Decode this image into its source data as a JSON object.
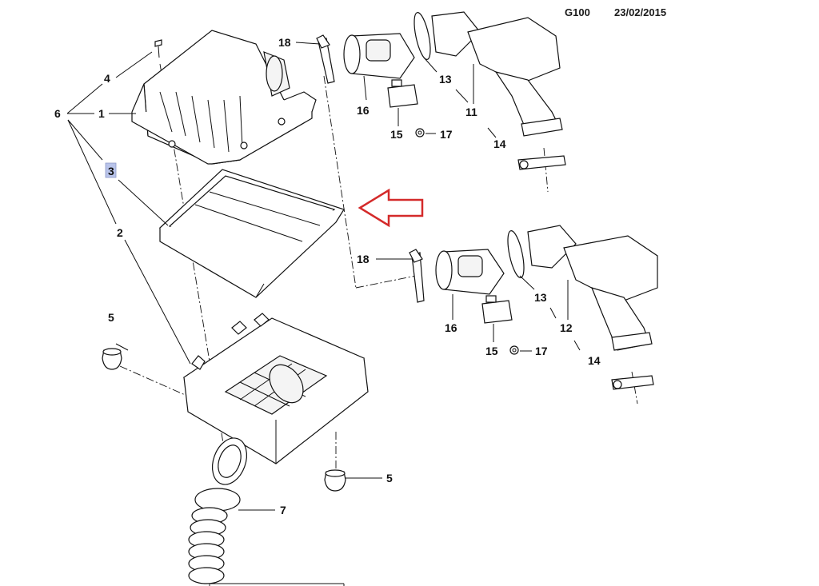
{
  "header": {
    "code": "G100",
    "date": "23/02/2015"
  },
  "highlight_color": "#b9c4ea",
  "arrow_color": "#d42a2a",
  "callouts": {
    "c1": "1",
    "c2": "2",
    "c3": "3",
    "c4": "4",
    "c5a": "5",
    "c5b": "5",
    "c6": "6",
    "c7": "7",
    "c11": "11",
    "c12": "12",
    "c13a": "13",
    "c13b": "13",
    "c14a": "14",
    "c14b": "14",
    "c15a": "15",
    "c15b": "15",
    "c16a": "16",
    "c16b": "16",
    "c17a": "17",
    "c17b": "17",
    "c18a": "18",
    "c18b": "18"
  }
}
